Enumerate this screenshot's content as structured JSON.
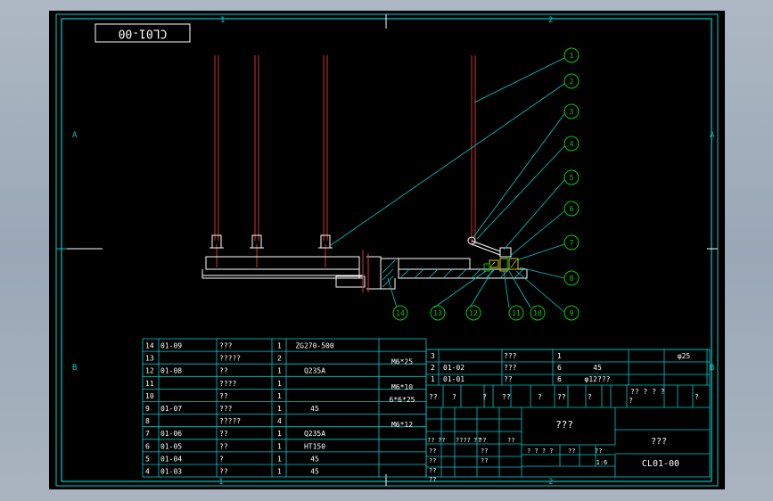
{
  "drawing": {
    "drawing_number": "CL01-00",
    "title_block_drawing_number": "CL01-00",
    "title_block_name": "???",
    "title_block_name2": "???",
    "scale": "1:6",
    "zones_top": [
      "1",
      "2"
    ],
    "zones_bottom": [
      "1",
      "2"
    ],
    "zones_side": [
      "A",
      "B"
    ]
  },
  "balloons": [
    "1",
    "2",
    "3",
    "4",
    "5",
    "6",
    "7",
    "8",
    "9",
    "10",
    "11",
    "12",
    "13",
    "14"
  ],
  "parts_list": [
    {
      "no": "14",
      "code": "01-09",
      "name": "???",
      "qty": "1",
      "material": "ZG270-500",
      "note": ""
    },
    {
      "no": "13",
      "code": "",
      "name": "?????",
      "qty": "2",
      "material": "",
      "note": "M6*25"
    },
    {
      "no": "12",
      "code": "01-08",
      "name": "??",
      "qty": "1",
      "material": "Q235A",
      "note": ""
    },
    {
      "no": "11",
      "code": "",
      "name": "????",
      "qty": "1",
      "material": "",
      "note": "M6*10"
    },
    {
      "no": "10",
      "code": "",
      "name": "??",
      "qty": "1",
      "material": "",
      "note": "6*6*25"
    },
    {
      "no": "9",
      "code": "01-07",
      "name": "???",
      "qty": "1",
      "material": "45",
      "note": ""
    },
    {
      "no": "8",
      "code": "",
      "name": "?????",
      "qty": "4",
      "material": "",
      "note": "M6*12"
    },
    {
      "no": "7",
      "code": "01-06",
      "name": "??",
      "qty": "1",
      "material": "Q235A",
      "note": ""
    },
    {
      "no": "6",
      "code": "01-05",
      "name": "??",
      "qty": "1",
      "material": "HT150",
      "note": ""
    },
    {
      "no": "5",
      "code": "01-04",
      "name": "?",
      "qty": "1",
      "material": "45",
      "note": ""
    },
    {
      "no": "4",
      "code": "01-03",
      "name": "??",
      "qty": "1",
      "material": "45",
      "note": ""
    }
  ],
  "parts_list_right": [
    {
      "no": "3",
      "code": "",
      "name": "???",
      "qty": "1",
      "material": "",
      "note": "φ25"
    },
    {
      "no": "2",
      "code": "01-02",
      "name": "???",
      "qty": "6",
      "material": "45",
      "note": ""
    },
    {
      "no": "1",
      "code": "01-01",
      "name": "??",
      "qty": "6",
      "material": "φ12???",
      "note": ""
    }
  ],
  "header_right": [
    "??",
    "?",
    "?",
    "??",
    "?",
    "??",
    "?",
    "?? ? ? ?",
    "?",
    "?"
  ],
  "title_block_left": {
    "row1": [
      "??",
      "??",
      "????",
      "??",
      "??",
      "??"
    ],
    "row2": [
      "??",
      "??"
    ],
    "row3": [
      "??",
      "??"
    ],
    "row4": [
      "??"
    ],
    "row5": [
      "??"
    ],
    "stage_labels": [
      "? ? ? ?",
      "??",
      "??"
    ]
  }
}
